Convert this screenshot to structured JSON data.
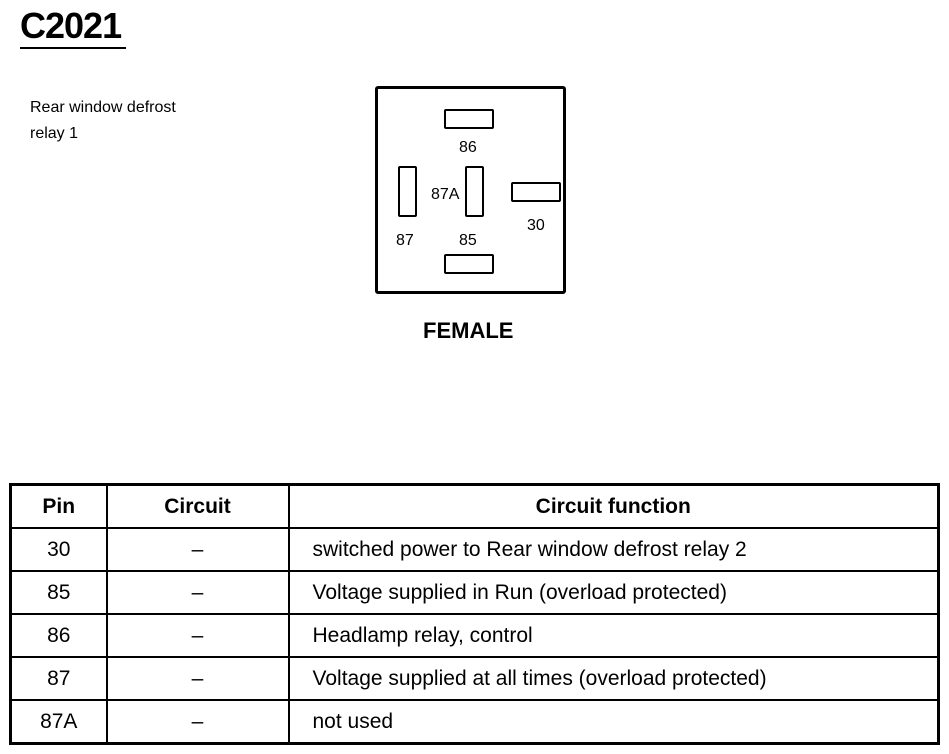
{
  "connector_id": "C2021",
  "description_lines": [
    "Rear window defrost",
    "relay 1"
  ],
  "view_label": "FEMALE",
  "pin_labels": {
    "p86": "86",
    "p87a": "87A",
    "p30": "30",
    "p87": "87",
    "p85": "85"
  },
  "table": {
    "headers": [
      "Pin",
      "Circuit",
      "Circuit function"
    ],
    "rows": [
      {
        "pin": "30",
        "circuit": "–",
        "function": "switched power to Rear window defrost relay 2"
      },
      {
        "pin": "85",
        "circuit": "–",
        "function": "Voltage supplied in Run (overload protected)"
      },
      {
        "pin": "86",
        "circuit": "–",
        "function": "Headlamp relay, control"
      },
      {
        "pin": "87",
        "circuit": "–",
        "function": "Voltage supplied at all times (overload protected)"
      },
      {
        "pin": "87A",
        "circuit": "–",
        "function": "not used"
      }
    ]
  }
}
